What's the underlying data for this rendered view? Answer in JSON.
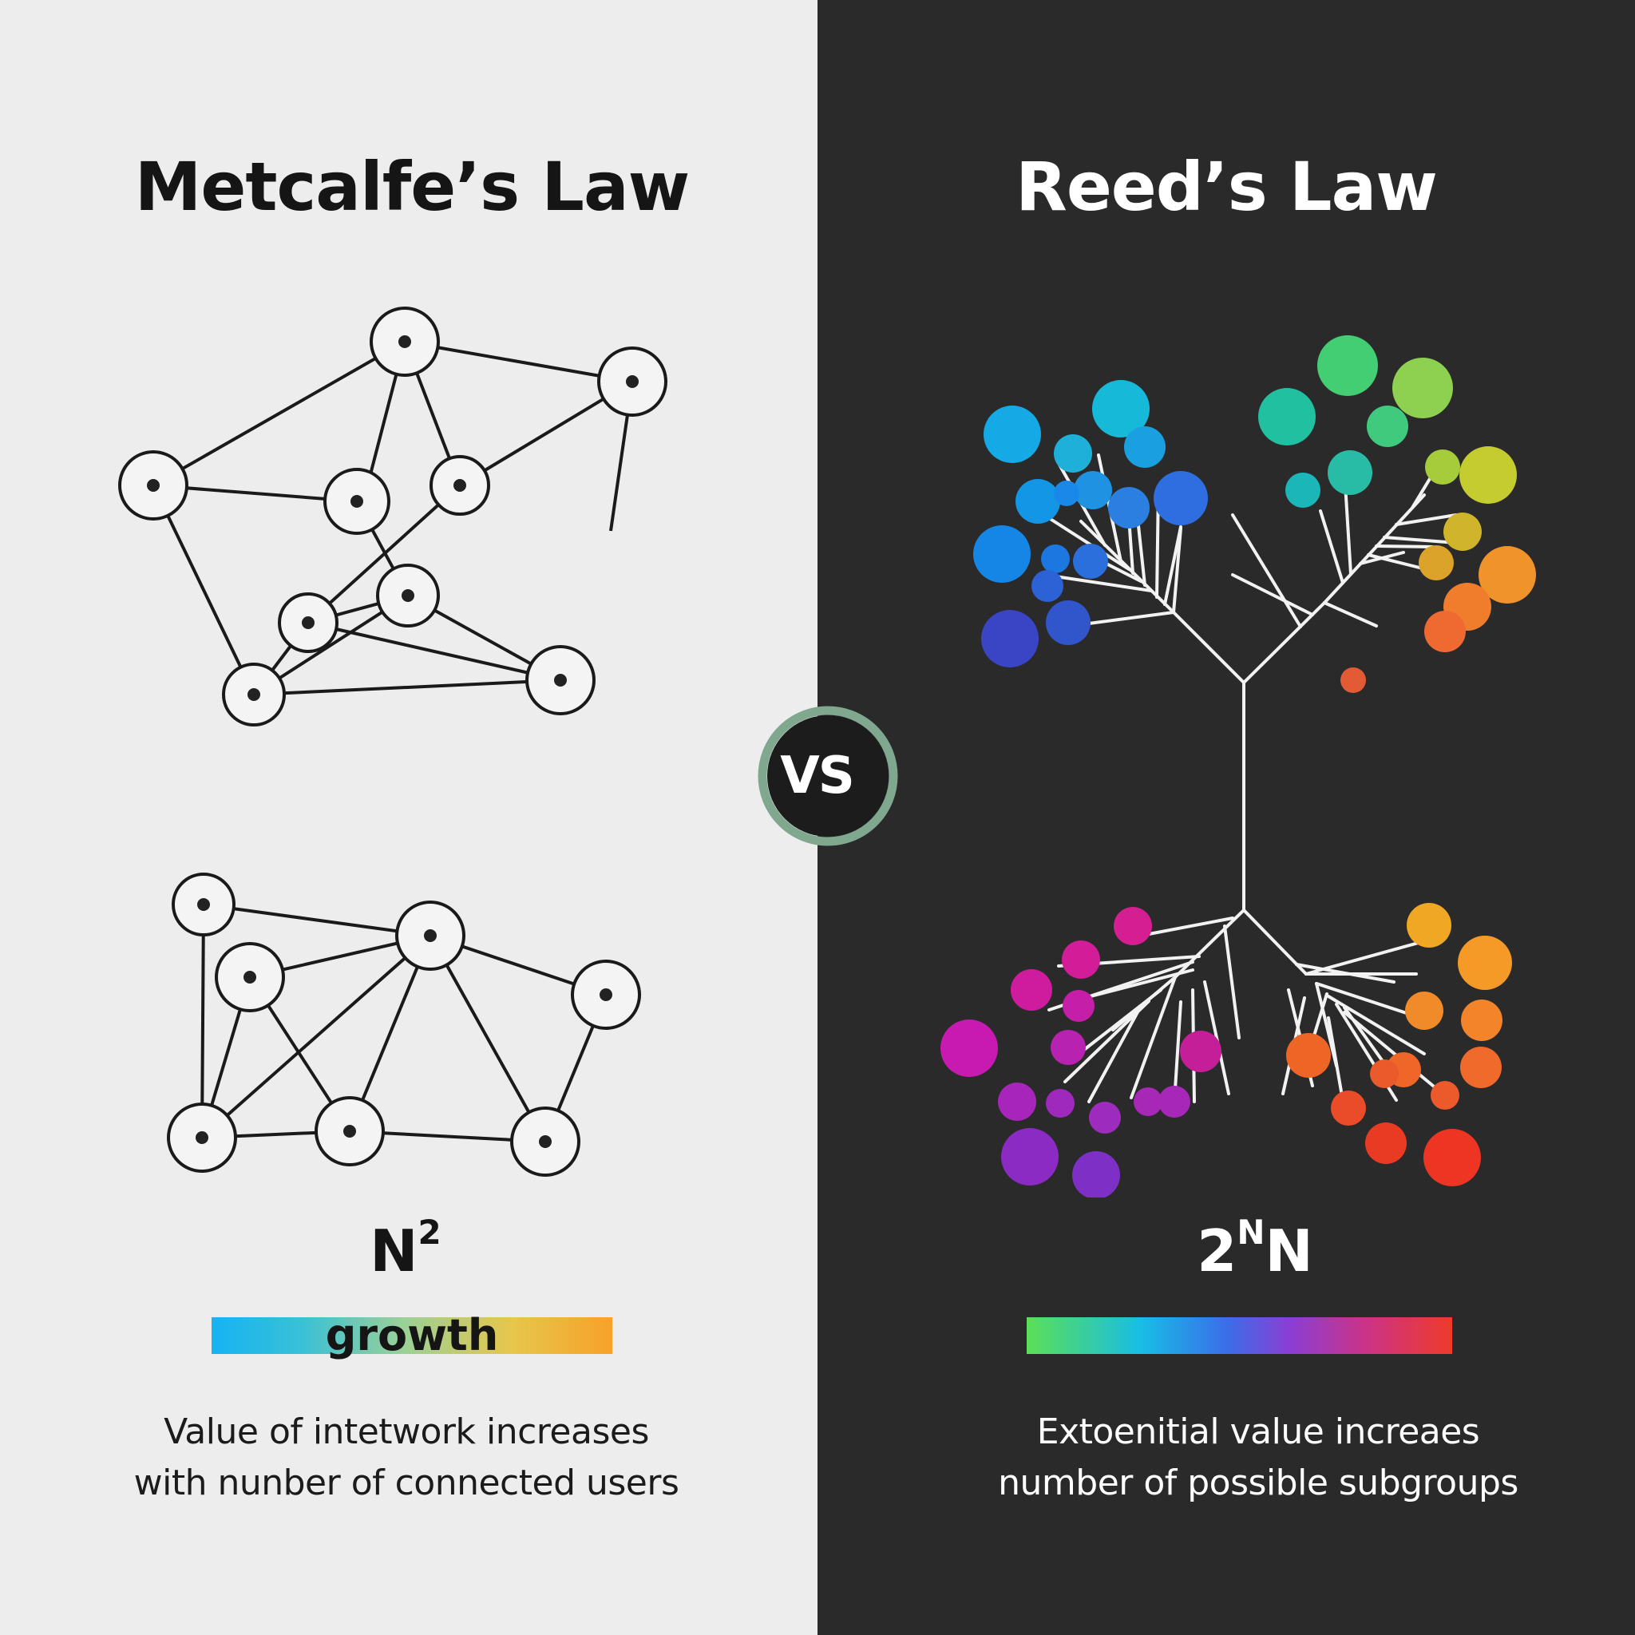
{
  "metcalfe": {
    "title": "Metcalfe’s Law",
    "formula_base": "N",
    "formula_exp": "2",
    "bar_label": "growth",
    "caption_line1": "Value of intetwork increases",
    "caption_line2": "with nunber of connected users",
    "line_color": "#1a1a1a",
    "node_fill": "#f4f4f4"
  },
  "reed": {
    "title": "Reed’s Law",
    "formula_prefix": "2",
    "formula_exp": "N",
    "formula_suffix": "N",
    "caption_line1": "Extoenitial value increaes",
    "caption_line2": "number of possible subgroups",
    "branch_color": "#f2f2f2"
  },
  "versus": {
    "label": "VS",
    "ring_color": "#7fa88f",
    "fill_color": "#1c1c1c"
  }
}
